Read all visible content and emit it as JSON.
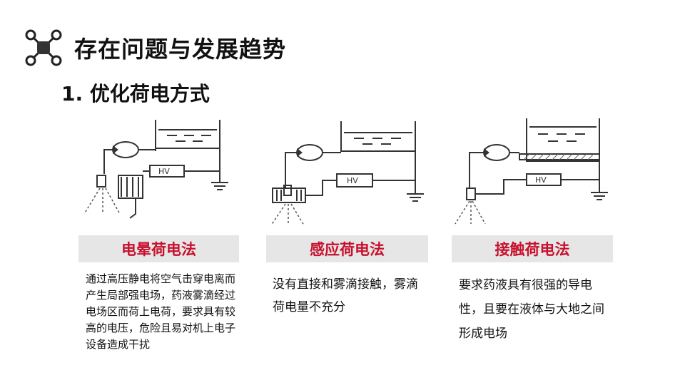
{
  "header": {
    "title": "存在问题与发展趋势",
    "subtitle": "1. 优化荷电方式"
  },
  "methods": [
    {
      "name": "电晕荷电法",
      "description": "通过高压静电将空气击穿电离而产生局部强电场，药液雾滴经过电场区而荷上电荷，要求具有较高的电压，危险且易对机上电子设备造成干扰",
      "hv_label": "HV"
    },
    {
      "name": "感应荷电法",
      "description": "没有直接和雾滴接触，雾滴荷电量不充分",
      "hv_label": "HV"
    },
    {
      "name": "接触荷电法",
      "description": "要求药液具有很强的导电性，且要在液体与大地之间形成电场",
      "hv_label": "HV"
    }
  ],
  "colors": {
    "accent": "#c8102e",
    "label_bg": "#e6e6e6"
  },
  "icons": {
    "logo": "drone-icon"
  }
}
